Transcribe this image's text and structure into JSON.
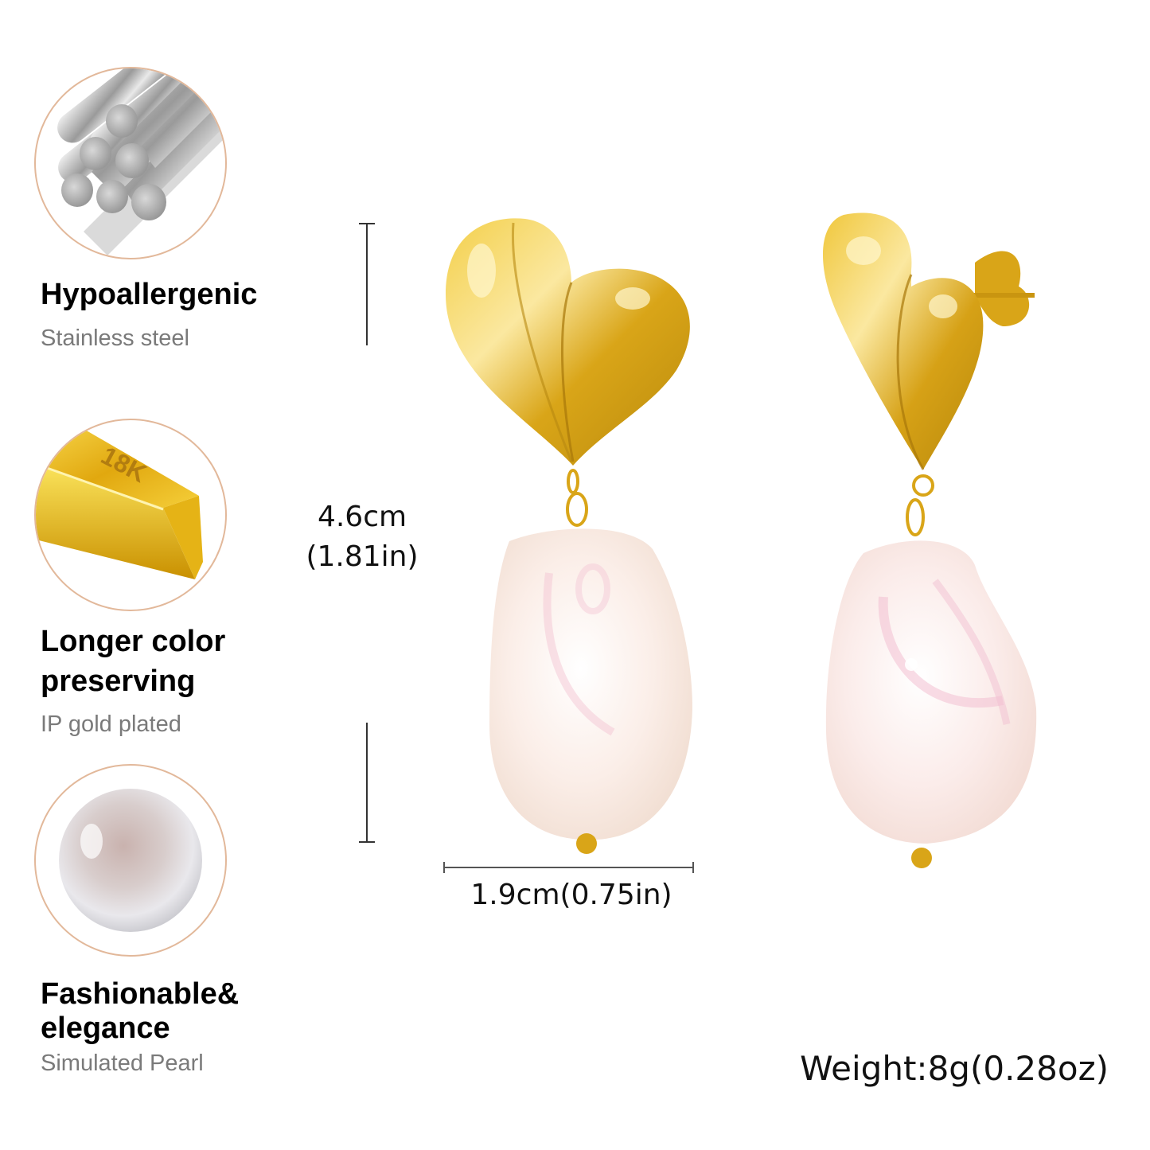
{
  "features": [
    {
      "icon": "steel-rods-icon",
      "title": "Hypoallergenic",
      "subtitle": "Stainless steel"
    },
    {
      "icon": "gold-bar-icon",
      "icon_label": "18K",
      "title_line1": "Longer color",
      "title_line2": "preserving",
      "subtitle": "IP gold plated"
    },
    {
      "icon": "pearl-icon",
      "title_line1": "Fashionable&",
      "title_line2": "elegance",
      "subtitle": "Simulated Pearl"
    }
  ],
  "dimensions": {
    "height_cm": "4.6cm",
    "height_in": "(1.81in)",
    "width": "1.9cm(0.75in)"
  },
  "weight": "Weight:8g(0.28oz)",
  "colors": {
    "circle_border": "#e2b89a",
    "gold": "#e0b325",
    "pearl": "#fbf1ec",
    "pearl_pink": "#f2c6d6",
    "subtitle_gray": "#7a7a7a"
  }
}
